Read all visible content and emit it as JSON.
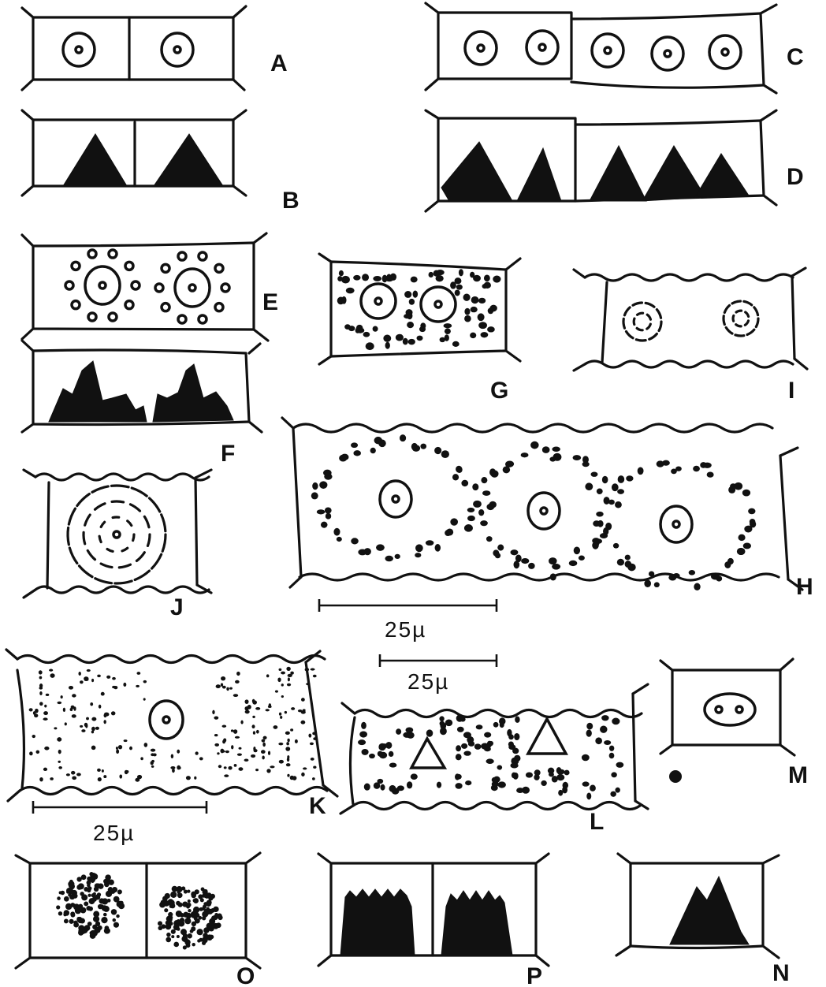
{
  "panels": {
    "A": "A",
    "B": "B",
    "C": "C",
    "D": "D",
    "E": "E",
    "F": "F",
    "G": "G",
    "H": "H",
    "I": "I",
    "J": "J",
    "K": "K",
    "L": "L",
    "M": "M",
    "N": "N",
    "O": "O",
    "P": "P"
  },
  "scale_bars": {
    "H": "25µ",
    "L": "25µ",
    "K": "25µ"
  }
}
